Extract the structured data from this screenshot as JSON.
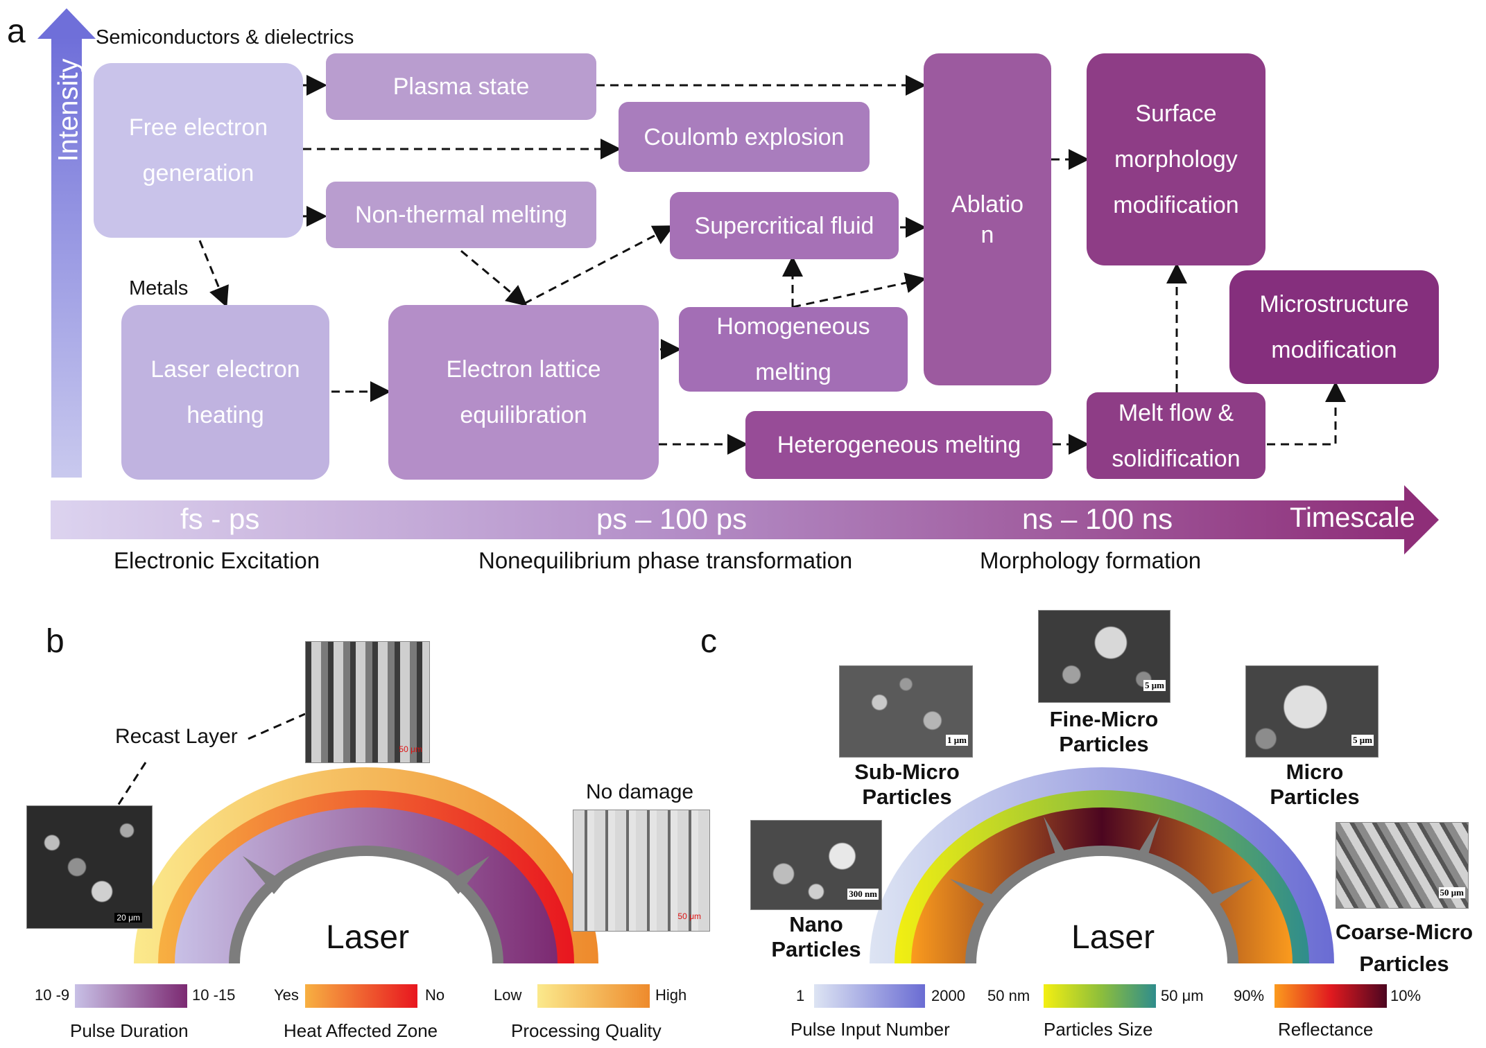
{
  "panel_labels": {
    "a": "a",
    "b": "b",
    "c": "c"
  },
  "panel_a": {
    "intensity_axis": "Intensity",
    "semiconductors_label": "Semiconductors & dielectrics",
    "metals_label": "Metals",
    "boxes": {
      "free_electron": "Free electron\ngeneration",
      "plasma_state": "Plasma state",
      "coulomb": "Coulomb explosion",
      "nonthermal": "Non-thermal melting",
      "supercritical": "Supercritical fluid",
      "ablation": "Ablatio\nn",
      "surface": "Surface\nmorphology\nmodification",
      "laser_heating": "Laser electron\nheating",
      "lattice": "Electron lattice\nequilibration",
      "homogeneous": "Homogeneous\nmelting",
      "heterogeneous": "Heterogeneous melting",
      "melt_flow": "Melt flow &\nsolidification",
      "microstructure": "Microstructure\nmodification"
    },
    "timescale": {
      "t1": "fs - ps",
      "t2": "ps – 100 ps",
      "t3": "ns – 100 ns",
      "arrow_label": "Timescale",
      "stage1": "Electronic Excitation",
      "stage2": "Nonequilibrium phase transformation",
      "stage3": "Morphology formation"
    },
    "colors": {
      "light": "#c8c3e8",
      "mid1": "#b79ccf",
      "mid2": "#a981c2",
      "mid3": "#a065a8",
      "dark": "#8e3d86"
    }
  },
  "panel_b": {
    "recast_label": "Recast Layer",
    "no_damage_label": "No damage",
    "laser_label": "Laser",
    "sem_scales": {
      "left": "20 μm",
      "top": "50 μm",
      "right": "50 μm"
    },
    "legend": [
      {
        "left": "10 -9",
        "right": "10 -15",
        "title": "Pulse Duration",
        "from": "#c8c0e6",
        "to": "#7c2a72"
      },
      {
        "left": "Yes",
        "right": "No",
        "title": "Heat Affected Zone",
        "from": "#f7b042",
        "to": "#e8161f"
      },
      {
        "left": "Low",
        "right": "High",
        "title": "Processing Quality",
        "from": "#fbe98c",
        "to": "#ee8a2c"
      }
    ]
  },
  "panel_c": {
    "laser_label": "Laser",
    "particles": {
      "nano": "Nano\nParticles",
      "sub_micro": "Sub-Micro\nParticles",
      "fine_micro": "Fine-Micro\nParticles",
      "micro": "Micro\nParticles",
      "coarse_micro": "Coarse-Micro\nParticles"
    },
    "sem_scales": {
      "nano": "300 nm",
      "sub_micro": "1 μm",
      "fine_micro": "5 μm",
      "micro": "5 μm",
      "coarse_micro": "50 μm"
    },
    "legend": [
      {
        "left": "1",
        "right": "2000",
        "title": "Pulse Input Number",
        "from": "#dde4f3",
        "to": "#6a6cd3"
      },
      {
        "left": "50 nm",
        "right": "50 μm",
        "title": "Particles Size",
        "from": "#f3ef12",
        "to": "#2f8d8c"
      },
      {
        "left": "90%",
        "right": "10%",
        "title": "Reflectance",
        "from": "#fb9b1e",
        "to": "#4c0620"
      }
    ]
  }
}
